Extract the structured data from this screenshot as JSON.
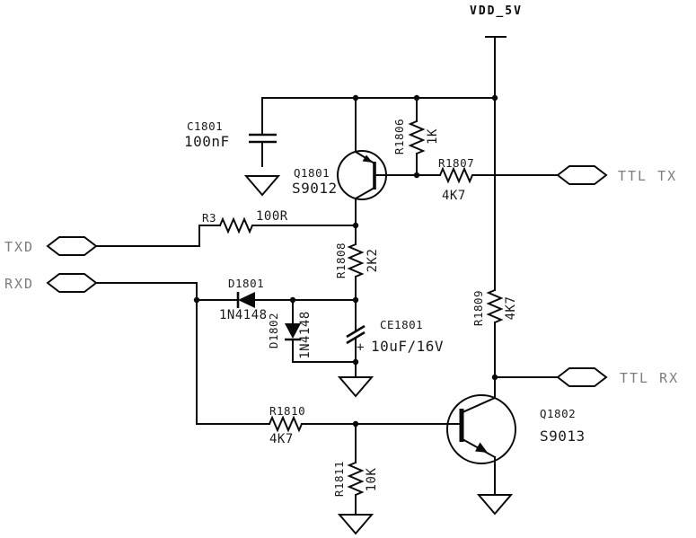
{
  "diagram_type": "circuit-schematic",
  "power": {
    "vdd_label": "VDD_5V"
  },
  "ports": {
    "txd": "TXD",
    "rxd": "RXD",
    "ttl_tx": "TTL TX",
    "ttl_rx": "TTL RX"
  },
  "components": {
    "c1801": {
      "ref": "C1801",
      "value": "100nF"
    },
    "q1801": {
      "ref": "Q1801",
      "value": "S9012"
    },
    "q1802": {
      "ref": "Q1802",
      "value": "S9013"
    },
    "r3": {
      "ref": "R3",
      "value": "100R"
    },
    "r1806": {
      "ref": "R1806",
      "value": "1K"
    },
    "r1807": {
      "ref": "R1807",
      "value": "4K7"
    },
    "r1808": {
      "ref": "R1808",
      "value": "2K2"
    },
    "r1809": {
      "ref": "R1809",
      "value": "4K7"
    },
    "r1810": {
      "ref": "R1810",
      "value": "4K7"
    },
    "r1811": {
      "ref": "R1811",
      "value": "10K"
    },
    "d1801": {
      "ref": "D1801",
      "value": "1N4148"
    },
    "d1802": {
      "ref": "D1802",
      "value": "1N4148"
    },
    "ce1801": {
      "ref": "CE1801",
      "value": "10uF/16V",
      "polarity": "+"
    }
  },
  "colors": {
    "background": "#ffffff",
    "wire": "#0a0a0a",
    "component_label": "#1a1a1a",
    "port_label": "#7d7d7d"
  }
}
